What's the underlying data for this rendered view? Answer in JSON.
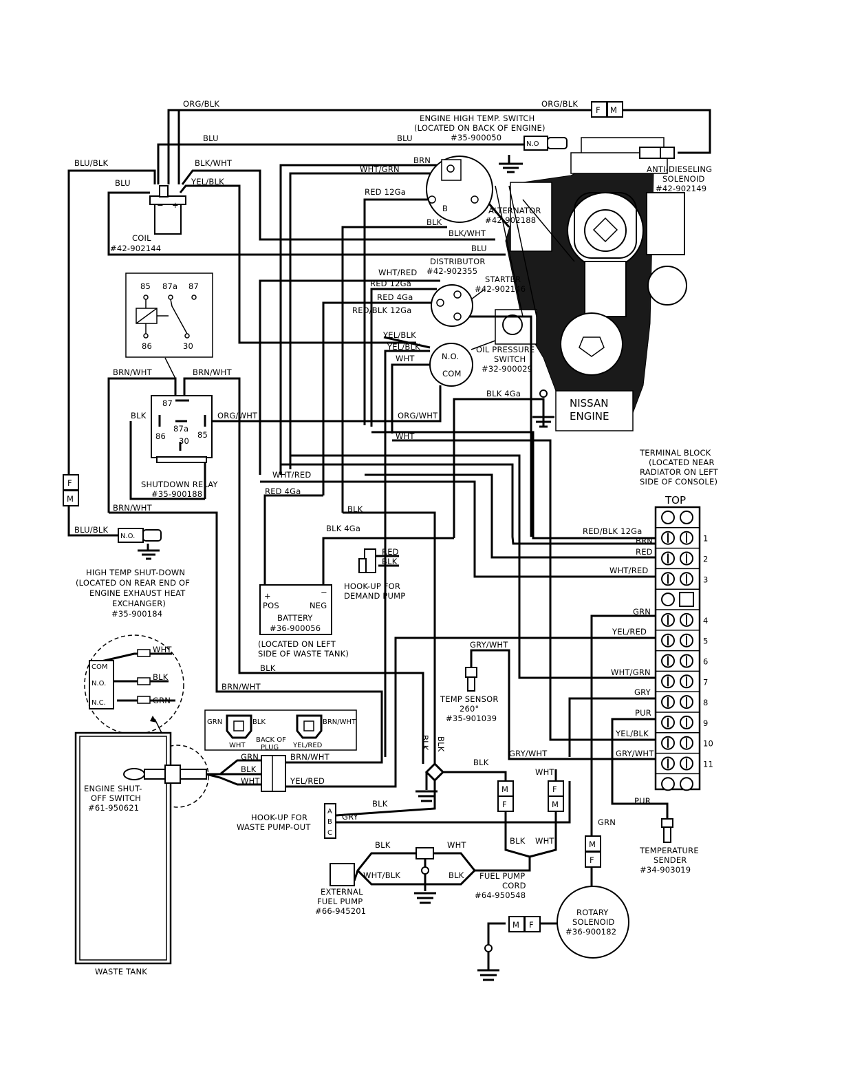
{
  "components": {
    "coil": {
      "name": "COIL",
      "part": "#42-902144",
      "minus": "−",
      "plus": "+"
    },
    "relay_diagram": {
      "p85": "85",
      "p87a": "87a",
      "p87": "87",
      "p86": "86",
      "p30": "30"
    },
    "shutdown_relay": {
      "name": "SHUTDOWN RELAY",
      "part": "#35-900188",
      "p87": "87",
      "p87a": "87a",
      "p86": "86",
      "p85": "85",
      "p30": "30"
    },
    "high_temp_shutdown": {
      "line1": "HIGH TEMP  SHUT-DOWN",
      "line2": "(LOCATED ON REAR END OF",
      "line3": "ENGINE EXHAUST HEAT",
      "line4": "EXCHANGER)",
      "part": "#35-900184",
      "no": "N.O."
    },
    "engine_high_temp_switch": {
      "line1": "ENGINE HIGH TEMP. SWITCH",
      "line2": "(LOCATED ON BACK OF ENGINE)",
      "part": "#35-900050",
      "no": "N.O"
    },
    "anti_dieseling": {
      "line1": "ANTI-DIESELING",
      "line2": "SOLENOID",
      "part": "#42-902149"
    },
    "alternator": {
      "name": "ALTERNATOR",
      "part": "#42-902188",
      "b": "B"
    },
    "distributor": {
      "name": "DISTRIBUTOR",
      "part": "#42-902355"
    },
    "starter": {
      "name": "STARTER",
      "part": "#42-902146"
    },
    "oil_pressure_switch": {
      "line1": "OIL PRESSURE",
      "line2": "SWITCH",
      "part": "#32-900029",
      "no": "N.O.",
      "com": "COM"
    },
    "engine": {
      "line1": "NISSAN",
      "line2": "ENGINE"
    },
    "terminal_block": {
      "line1": "TERMINAL BLOCK",
      "line2": "(LOCATED NEAR",
      "line3": "RADIATOR ON LEFT",
      "line4": "SIDE OF CONSOLE)",
      "top": "TOP",
      "numbers": [
        "1",
        "2",
        "3",
        "4",
        "5",
        "6",
        "7",
        "8",
        "9",
        "10",
        "11"
      ]
    },
    "battery": {
      "name": "BATTERY",
      "part": "#36-900056",
      "pos": "POS",
      "neg": "NEG",
      "loc1": "(LOCATED ON LEFT",
      "loc2": "SIDE OF WASTE TANK)"
    },
    "demand_pump": {
      "line1": "HOOK-UP FOR",
      "line2": "DEMAND PUMP"
    },
    "temp_sensor": {
      "line1": "TEMP SENSOR",
      "line2": "260°",
      "part": "#35-901039"
    },
    "waste_pump": {
      "line1": "HOOK-UP FOR",
      "line2": "WASTE PUMP-OUT",
      "a": "A",
      "b": "B",
      "c": "C"
    },
    "back_of_plug": {
      "line1": "BACK OF",
      "line2": "PLUG"
    },
    "engine_shutoff_switch": {
      "line1": "ENGINE SHUT-",
      "line2": "OFF SWITCH",
      "part": "#61-950621",
      "com": "COM",
      "no": "N.O.",
      "nc": "N.C."
    },
    "waste_tank": {
      "name": "WASTE TANK"
    },
    "external_fuel_pump": {
      "line1": "EXTERNAL",
      "line2": "FUEL PUMP",
      "part": "#66-945201"
    },
    "fuel_pump_cord": {
      "line1": "FUEL PUMP",
      "line2": "CORD",
      "part": "#64-950548"
    },
    "rotary_solenoid": {
      "line1": "ROTARY",
      "line2": "SOLENOID",
      "part": "#36-900182"
    },
    "temperature_sender": {
      "line1": "TEMPERATURE",
      "line2": "SENDER",
      "part": "#34-903019"
    },
    "connectors": {
      "f": "F",
      "m": "M"
    }
  },
  "wire_labels": {
    "org_blk_1": "ORG/BLK",
    "org_blk_2": "ORG/BLK",
    "blu_top": "BLU",
    "blu_ht": "BLU",
    "blu_blk_1": "BLU/BLK",
    "blu_blk_2": "BLU/BLK",
    "blk_wht_coil": "BLK/WHT",
    "blu_coil": "BLU",
    "yel_blk_coil": "YEL/BLK",
    "wht_grn_alt": "WHT/GRN",
    "brn_alt": "BRN",
    "red_12ga_alt": "RED  12Ga",
    "blk_alt": "BLK",
    "blk_wht_dist": "BLK/WHT",
    "blu_dist": "BLU",
    "wht_red_start": "WHT/RED",
    "red_12ga_start": "RED  12Ga",
    "red_4ga_start": "RED  4Ga",
    "red_blk_12ga_start": "RED/BLK  12Ga",
    "yel_blk_oil": "YEL/BLK",
    "yel_blk_oil2": "YEL/BLK",
    "wht_oil": "WHT",
    "blk_4ga_eng": "BLK  4Ga",
    "org_wht_oil": "ORG/WHT",
    "wht_mid": "WHT",
    "brn_wht_r1": "BRN/WHT",
    "brn_wht_r2": "BRN/WHT",
    "blk_relay": "BLK",
    "org_wht_relay": "ORG/WHT",
    "wht_red_mid": "WHT/RED",
    "red_4ga_bat": "RED  4Ga",
    "brn_wht_left": "BRN/WHT",
    "blk_vert": "BLK",
    "blk_4ga_bat": "BLK  4Ga",
    "red_demand": "RED",
    "blk_demand": "BLK",
    "gry_wht_sensor": "GRY/WHT",
    "blk_lower": "BLK",
    "brn_wht_lower": "BRN/WHT",
    "red_blk_tb1": "RED/BLK  12Ga",
    "brn_tb1": "BRN",
    "red_tb2": "RED",
    "wht_red_tb3": "WHT/RED",
    "grn_tb4": "GRN",
    "yel_red_tb5": "YEL/RED",
    "wht_grn_tb7": "WHT/GRN",
    "gry_tb8": "GRY",
    "pur_tb9": "PUR",
    "yel_blk_tb10": "YEL/BLK",
    "gry_wht_tb11": "GRY/WHT",
    "grn_pl": "GRN",
    "blk_pl": "BLK",
    "wht_pl": "WHT",
    "brn_wht_pl": "BRN/WHT",
    "yel_red_pl": "YEL/RED",
    "grn_plug_l": "GRN",
    "blk_plug_l": "BLK",
    "wht_plug_l": "WHT",
    "brn_wht_plug_r": "BRN/WHT",
    "yel_red_plug_r": "YEL/RED",
    "wht_sw": "WHT",
    "blk_sw": "BLK",
    "grn_sw": "GRN",
    "blk_vert_a": "BLK",
    "blk_vert_b": "BLK",
    "blk_junc": "BLK",
    "gry_wht_junc": "GRY/WHT",
    "wht_fp": "WHT",
    "blk_wp": "BLK",
    "gry_wp": "GRY",
    "blk_fpc": "BLK",
    "wht_fpc": "WHT",
    "blk_fpc2": "BLK",
    "wht_fpc2": "WHT",
    "wht_blk_ext": "WHT/BLK",
    "blk_ext": "BLK",
    "grn_rot": "GRN",
    "pur_sender": "PUR"
  }
}
